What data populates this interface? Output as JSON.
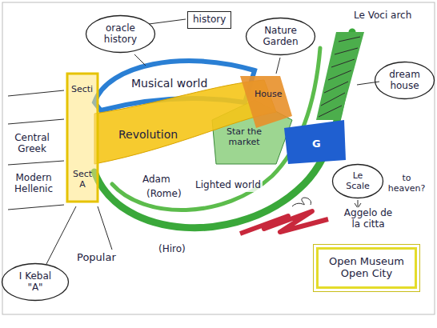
{
  "diagram": {
    "nodes": [
      {
        "text": [
          "oracle history"
        ]
      },
      {
        "text": [
          "history"
        ]
      },
      {
        "text": [
          "Nature Garden"
        ]
      },
      {
        "text": [
          "dream house"
        ]
      },
      {
        "text": [
          "Secti"
        ]
      },
      {
        "text": [
          "Musical world"
        ]
      },
      {
        "text": [
          "House"
        ]
      },
      {
        "text": [
          "Revolution"
        ]
      },
      {
        "text": [
          "Star the market"
        ]
      },
      {
        "text": [
          "Sect A"
        ]
      },
      {
        "text": [
          "G"
        ]
      },
      {
        "text": [
          "Le Scale"
        ]
      },
      {
        "text": [
          "I Kebal \"A\""
        ]
      },
      {
        "text": [
          "Open Museum Open City"
        ]
      }
    ],
    "labels": [
      "Le Voci arch",
      "Central Greek",
      "Modern Hellenic",
      "Adam",
      "(Rome)",
      "Lighted world",
      "to heaven?",
      "Aggelo de la citta",
      "Popular",
      "(Hiro)"
    ]
  }
}
